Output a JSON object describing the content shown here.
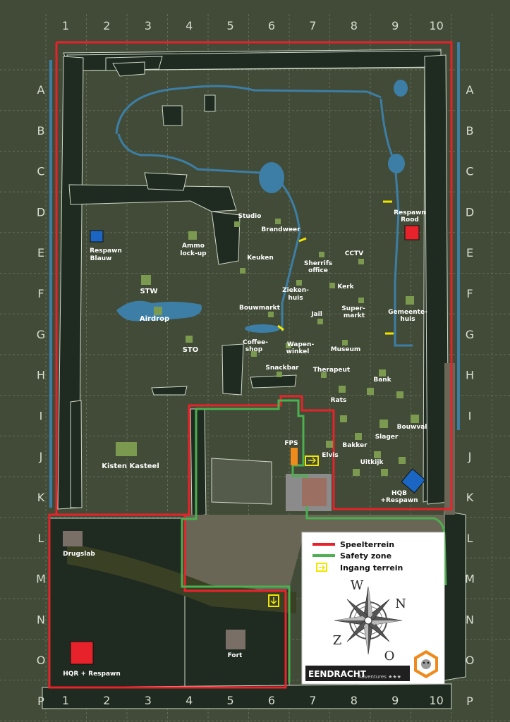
{
  "grid": {
    "columns": [
      "1",
      "2",
      "3",
      "4",
      "5",
      "6",
      "7",
      "8",
      "9",
      "10"
    ],
    "rows": [
      "A",
      "B",
      "C",
      "D",
      "E",
      "F",
      "G",
      "H",
      "I",
      "J",
      "K",
      "L",
      "M",
      "N",
      "O",
      "P"
    ]
  },
  "labels": {
    "respawn_blauw": [
      "Respawn",
      "Blauw"
    ],
    "respawn_rood": [
      "Respawn",
      "Rood"
    ],
    "ammo": [
      "Ammo",
      "lock-up"
    ],
    "studio": "Studio",
    "brandweer": "Brandweer",
    "keuken": "Keuken",
    "sherrifs": [
      "Sherrifs",
      "office"
    ],
    "cctv": "CCTV",
    "stw": "STW",
    "airdrop": "Airdrop",
    "ziekenhuis": [
      "Zieken-",
      "huis"
    ],
    "kerk": "Kerk",
    "bouwmarkt": "Bouwmarkt",
    "jail": "Jail",
    "supermarkt": [
      "Super-",
      "markt"
    ],
    "gemeentehuis": [
      "Gemeente-",
      "huis"
    ],
    "coffeeshop": [
      "Coffee-",
      "shop"
    ],
    "wapenwinkel": [
      "Wapen-",
      "winkel"
    ],
    "sto": "STO",
    "museum": "Museum",
    "snackbar": "Snackbar",
    "therapeut": "Therapeut",
    "bank": "Bank",
    "rats": "Rats",
    "bouwval": "Bouwval",
    "slager": "Slager",
    "fps": "FPS",
    "elvis": "Elvis",
    "bakker": "Bakker",
    "uitkijk": "Uitkijk",
    "kisten_kasteel": "Kisten Kasteel",
    "hqb": [
      "HQB",
      "+Respawn"
    ],
    "drugslab": "Drugslab",
    "fort": "Fort",
    "hqr": "HQR + Respawn"
  },
  "legend": {
    "items": [
      {
        "label": "Speelterrein",
        "color": "#e8222a"
      },
      {
        "label": "Safety zone",
        "color": "#4caf50"
      },
      {
        "label": "Ingang terrein",
        "color": "#f2e600"
      }
    ]
  },
  "compass": {
    "n": "N",
    "o": "O",
    "z": "Z",
    "w": "W"
  },
  "brand": {
    "name": "EENDRACHT",
    "sub": "Adventures ★★★"
  },
  "colors": {
    "background": "#414b37",
    "forest": "#1f2a20",
    "water": "#3d7ea6",
    "building": "#7b9a50",
    "playfield_border": "#e8222a",
    "safety_zone": "#4caf50",
    "entrance": "#f2e600",
    "respawn_blue": "#1a66c2",
    "respawn_red": "#e8222a",
    "fps_marker": "#ef8a1d"
  }
}
